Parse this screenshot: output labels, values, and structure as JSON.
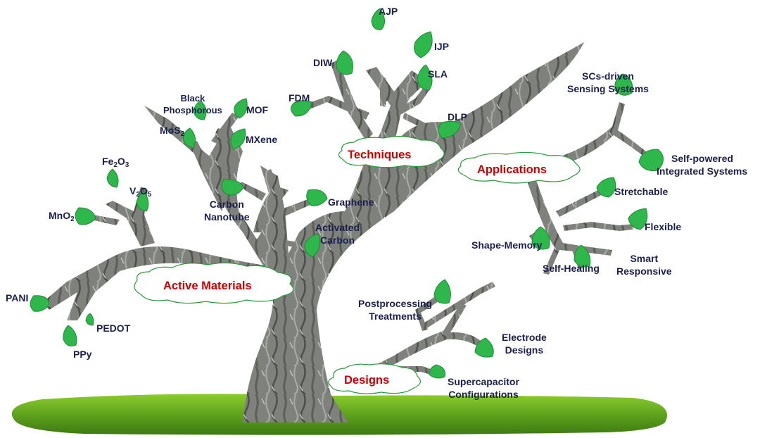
{
  "categories": {
    "active_materials": "Active Materials",
    "techniques": "Techniques",
    "applications": "Applications",
    "designs": "Designs"
  },
  "materials": {
    "fe2o3": {
      "base": "Fe",
      "sub1": "2",
      "mid": "O",
      "sub2": "3"
    },
    "v2o5": {
      "base": "V",
      "sub1": "2",
      "mid": "O",
      "sub2": "5"
    },
    "mno2": {
      "base": "MnO",
      "sub1": "2"
    },
    "mos2": {
      "base": "MoS",
      "sub1": "2"
    },
    "black_phosphorous": [
      "Black",
      "Phosphorous"
    ],
    "mof": "MOF",
    "mxene": "MXene",
    "carbon_nanotube": [
      "Carbon",
      "Nanotube"
    ],
    "graphene": "Graphene",
    "activated_carbon": [
      "Activated",
      "Carbon"
    ],
    "pani": "PANI",
    "pedot": "PEDOT",
    "ppy": "PPy"
  },
  "techniques": {
    "ajp": "AJP",
    "ijp": "IJP",
    "diw": "DIW",
    "sla": "SLA",
    "fdm": "FDM",
    "dlp": "DLP"
  },
  "applications": {
    "sensing": [
      "SCs-driven",
      "Sensing Systems"
    ],
    "self_powered": [
      "Self-powered",
      "Integrated Systems"
    ],
    "stretchable": "Stretchable",
    "flexible": "Flexible",
    "shape_memory": "Shape-Memory",
    "self_healing": "Self-Healing",
    "smart_responsive": [
      "Smart",
      "Responsive"
    ]
  },
  "designs": {
    "postprocessing": [
      "Postprocessing",
      "Treatments"
    ],
    "electrode": [
      "Electrode",
      "Designs"
    ],
    "supercapacitor": [
      "Supercapacitor",
      "Configurations"
    ]
  },
  "colors": {
    "category_text": "#cc0000",
    "label_text": "#1a1f4d",
    "leaf": "#2eb84b",
    "bark": "#7d807a",
    "grass": "#5fa31c"
  }
}
